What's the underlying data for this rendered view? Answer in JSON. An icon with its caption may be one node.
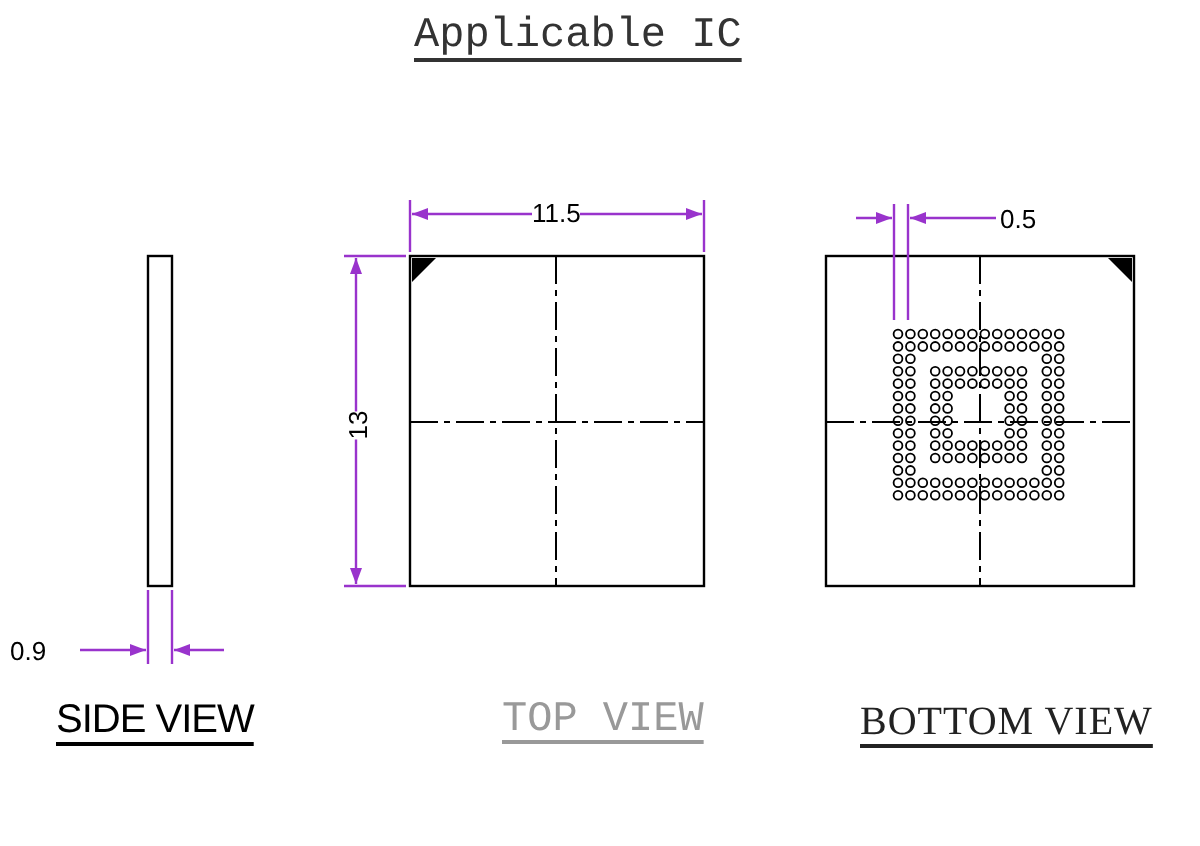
{
  "diagram": {
    "title": "Applicable IC",
    "labels": [
      "11.5",
      "0.5",
      "13",
      "0.9",
      "SIDE VIEW",
      "TOP VIEW",
      "BOTTOM VIEW"
    ]
  }
}
